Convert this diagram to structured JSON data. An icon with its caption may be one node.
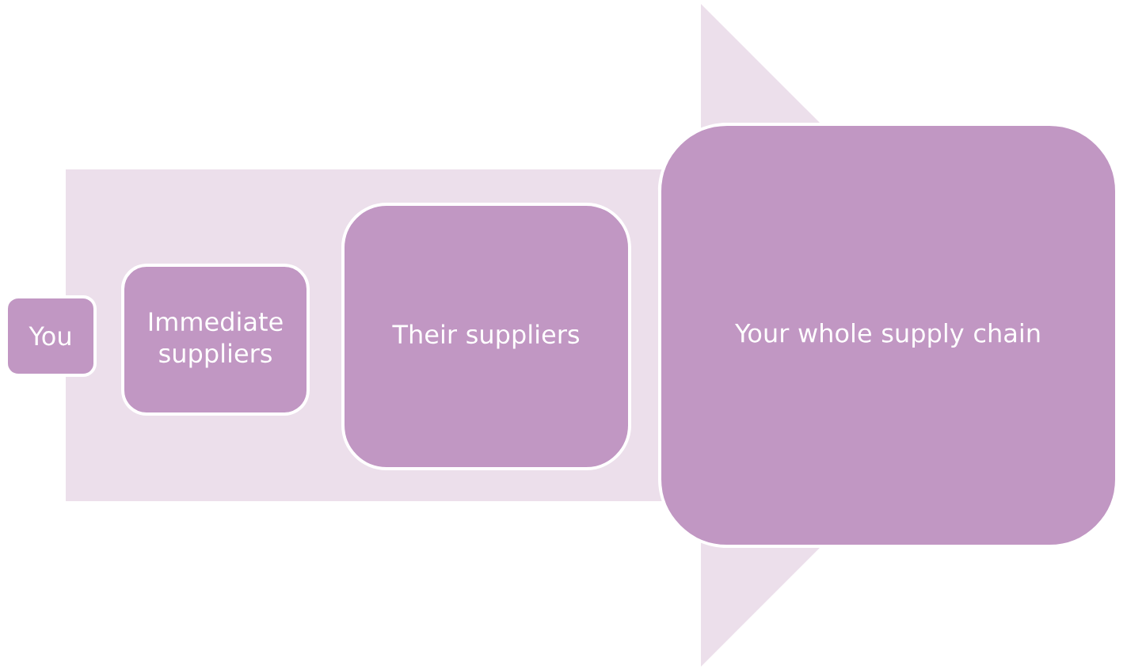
{
  "diagram": {
    "nodes": [
      {
        "text": [
          "You"
        ]
      },
      {
        "text": [
          "Immediate suppliers"
        ]
      },
      {
        "text": [
          "Their suppliers"
        ]
      },
      {
        "text": [
          "Your whole supply chain"
        ]
      }
    ],
    "edges": [
      {
        "from": 0,
        "to": 3,
        "arrow": "to"
      }
    ]
  }
}
